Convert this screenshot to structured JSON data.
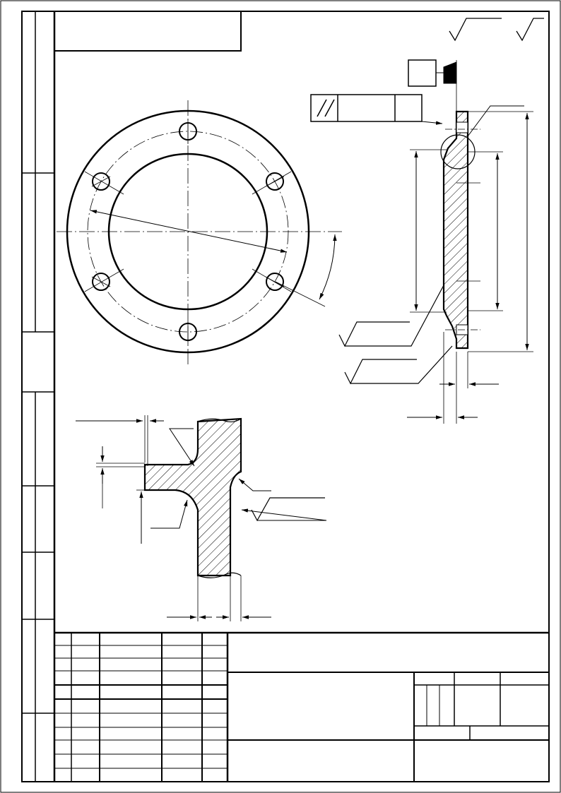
{
  "drawing": {
    "title_block_text": [],
    "hole_count": 6,
    "line_color": "#000000",
    "background_color": "#ffffff",
    "hatch": "diagonal-45",
    "views": [
      "plan-view",
      "section-view",
      "detail-view"
    ]
  }
}
